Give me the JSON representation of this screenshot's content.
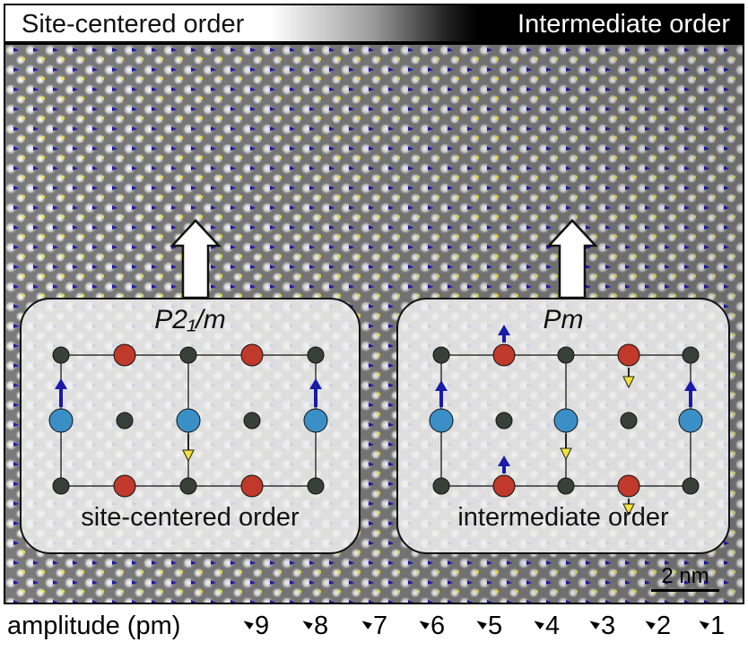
{
  "header": {
    "left_label": "Site-centered order",
    "right_label": "Intermediate order"
  },
  "panels": [
    {
      "title": "P2₁/m",
      "caption": "site-centered order"
    },
    {
      "title": "Pm",
      "caption": "intermediate order"
    }
  ],
  "scale_bar": {
    "label": "2 nm",
    "value_nm": 2
  },
  "amplitude_legend": {
    "label": "amplitude (pm)",
    "values": [
      "9",
      "8",
      "7",
      "6",
      "5",
      "4",
      "3",
      "2",
      "1"
    ]
  },
  "colors": {
    "red_atom": "#c0392b",
    "blue_atom": "#3b8fc7",
    "dark_atom": "#37413a",
    "blue_arrow": "#1a1aa8",
    "yellow_arrow": "#f2e23a"
  }
}
